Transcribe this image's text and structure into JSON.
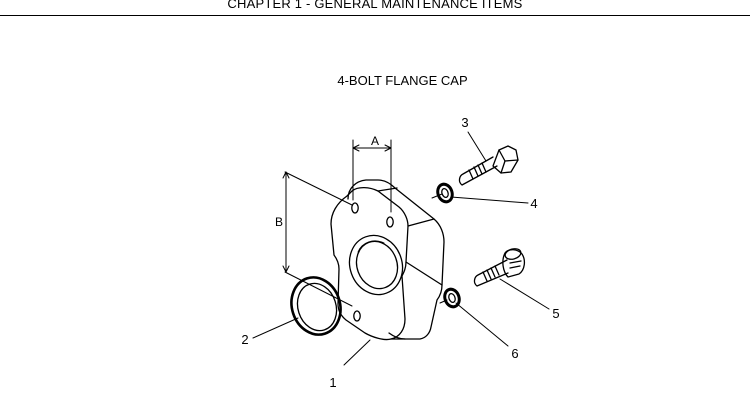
{
  "header": {
    "chapter_title": "CHAPTER 1 - GENERAL MAINTENANCE ITEMS"
  },
  "figure": {
    "title": "4-BOLT FLANGE CAP",
    "dimension_labels": {
      "a": "A",
      "b": "B"
    },
    "callouts": {
      "c1": "1",
      "c2": "2",
      "c3": "3",
      "c4": "4",
      "c5": "5",
      "c6": "6"
    }
  },
  "colors": {
    "ink": "#000000",
    "paper": "#ffffff"
  }
}
